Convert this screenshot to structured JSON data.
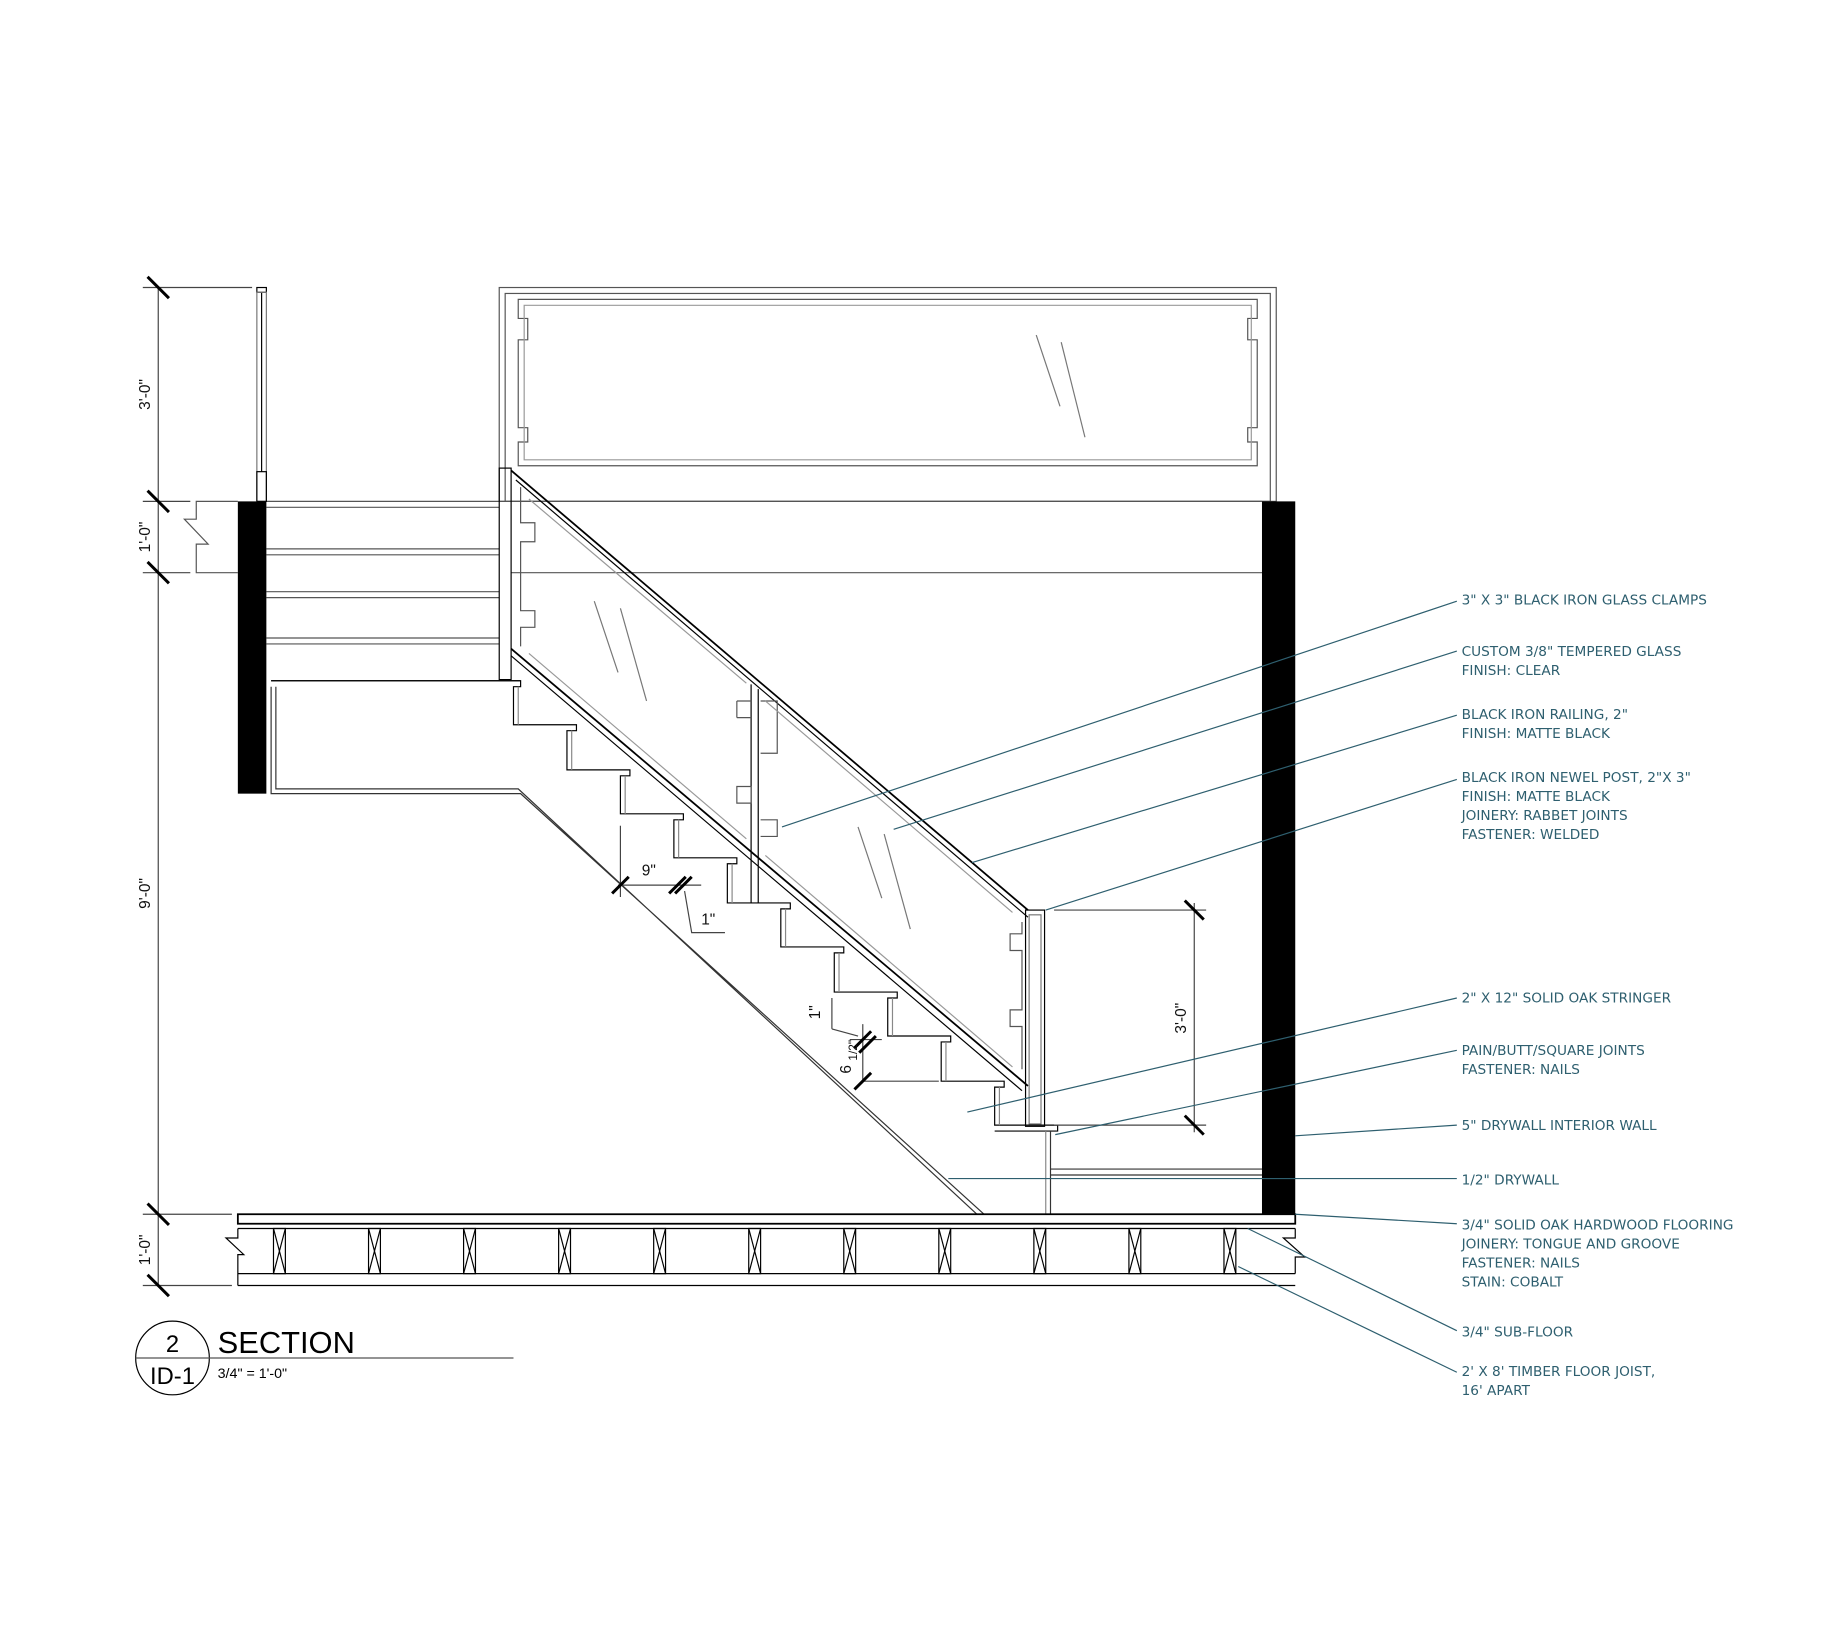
{
  "dimensions": {
    "upper_rail_height": "3'-0\"",
    "upper_floor_thickness": "1'-0\"",
    "floor_to_floor": "9'-0\"",
    "lower_floor_thickness": "1'-0\"",
    "tread_depth": "9\"",
    "nosing_1": "1\"",
    "nosing_2": "1\"",
    "riser_height_whole": "6",
    "riser_height_fraction": "1/2\"",
    "lower_rail_height": "3'-0\""
  },
  "notes": [
    {
      "lines": [
        "3\" X 3\" BLACK IRON GLASS CLAMPS"
      ]
    },
    {
      "lines": [
        "CUSTOM 3/8\" TEMPERED GLASS",
        "FINISH: CLEAR"
      ]
    },
    {
      "lines": [
        "BLACK IRON RAILING, 2\"",
        "FINISH: MATTE BLACK"
      ]
    },
    {
      "lines": [
        "BLACK IRON NEWEL POST, 2\"X 3\"",
        "FINISH: MATTE BLACK",
        "JOINERY: RABBET JOINTS",
        "FASTENER: WELDED"
      ]
    },
    {
      "lines": [
        "2\" X 12\" SOLID OAK STRINGER"
      ]
    },
    {
      "lines": [
        "PAIN/BUTT/SQUARE JOINTS",
        "FASTENER: NAILS"
      ]
    },
    {
      "lines": [
        "5\" DRYWALL INTERIOR WALL"
      ]
    },
    {
      "lines": [
        "1/2\" DRYWALL"
      ]
    },
    {
      "lines": [
        "3/4\" SOLID OAK HARDWOOD FLOORING",
        "JOINERY: TONGUE AND GROOVE",
        "FASTENER: NAILS",
        "STAIN: COBALT"
      ]
    },
    {
      "lines": [
        "3/4\" SUB-FLOOR"
      ]
    },
    {
      "lines": [
        "2' X  8' TIMBER FLOOR JOIST,",
        "16' APART"
      ]
    }
  ],
  "title_block": {
    "drawing_number": "2",
    "sheet": "ID-1",
    "title": "SECTION",
    "scale": "3/4\" = 1'-0\""
  },
  "colors": {
    "note": "#2e5f6f",
    "line": "#000000"
  }
}
